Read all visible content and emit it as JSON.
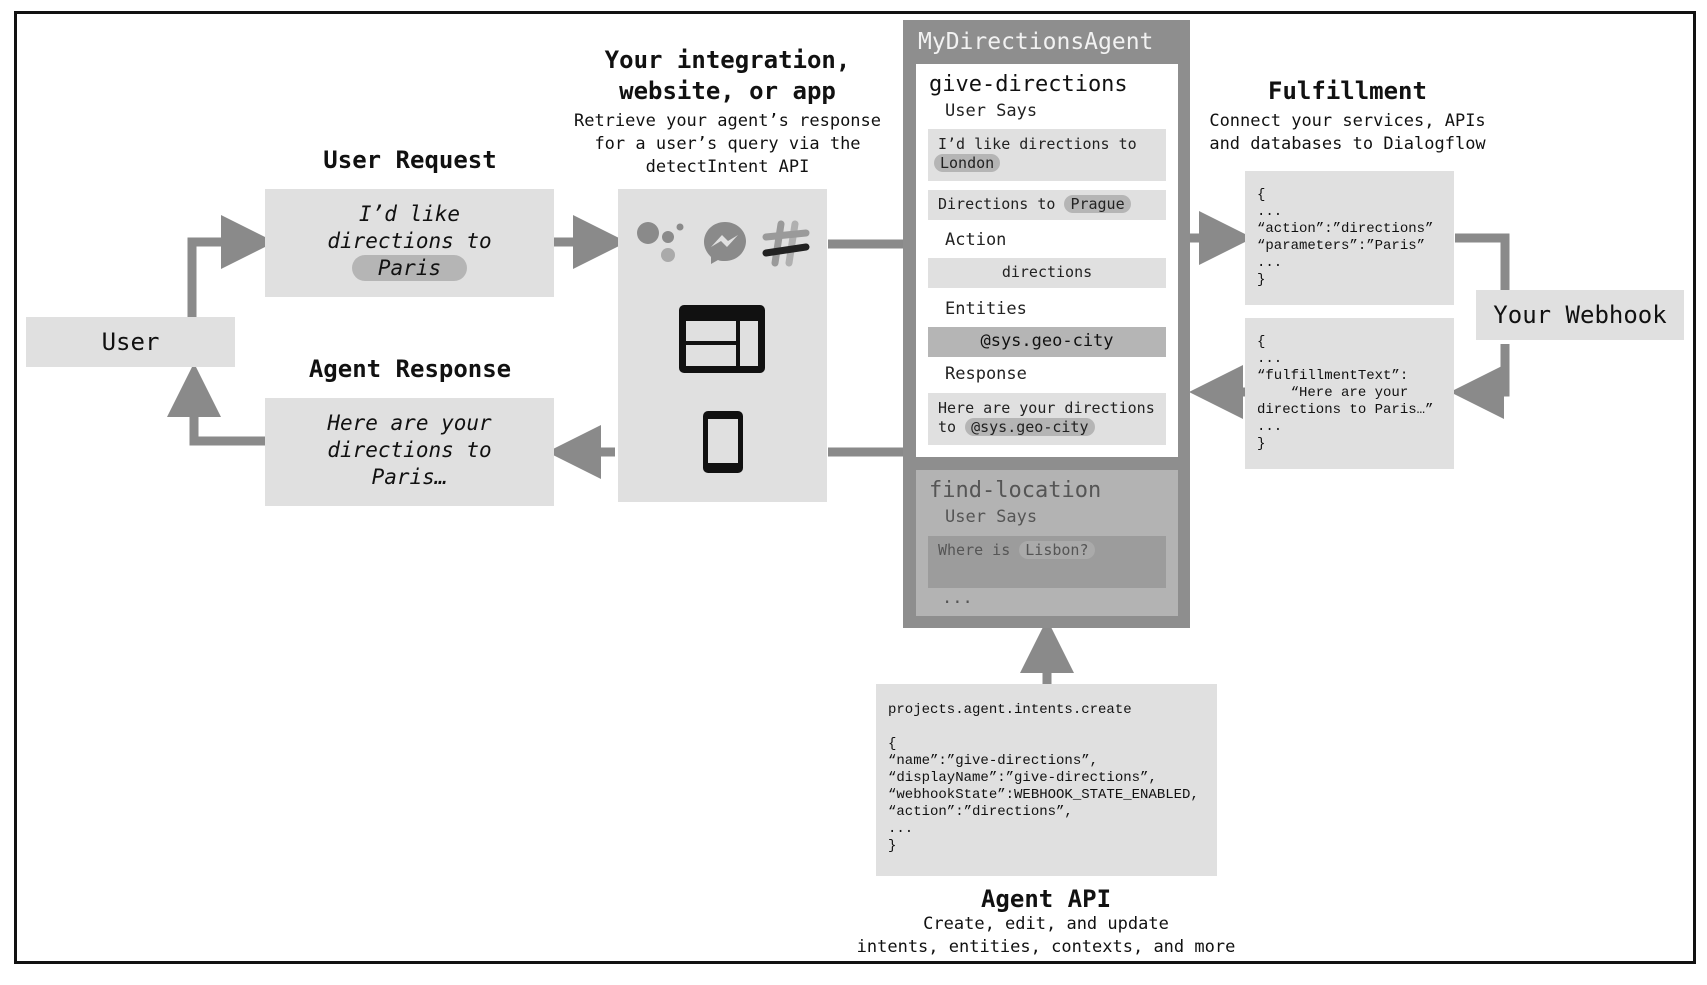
{
  "user": {
    "label": "User"
  },
  "user_request": {
    "title": "User Request",
    "line1": "I’d like",
    "line2": "directions to",
    "entity": "Paris"
  },
  "agent_response": {
    "title": "Agent Response",
    "line1": "Here are your",
    "line2": "directions to",
    "line3": "Paris…"
  },
  "integration": {
    "title_line1": "Your integration,",
    "title_line2": "website, or app",
    "desc_line1": "Retrieve your agent’s response",
    "desc_line2": "for a user’s query via the",
    "desc_line3": "detectIntent API",
    "icons": [
      "google-assistant-icon",
      "messenger-icon",
      "slack-icon",
      "web-browser-icon",
      "mobile-phone-icon"
    ]
  },
  "agent": {
    "name": "MyDirectionsAgent",
    "intent1": {
      "name": "give-directions",
      "user_says_label": "User Says",
      "phrase1_text": "I’d like directions to",
      "phrase1_entity": "London",
      "phrase2_text": "Directions to",
      "phrase2_entity": "Prague",
      "action_label": "Action",
      "action_value": "directions",
      "entities_label": "Entities",
      "entity_value": "@sys.geo-city",
      "response_label": "Response",
      "response_text": "Here are your directions",
      "response_text2": "to",
      "response_entity": "@sys.geo-city"
    },
    "intent2": {
      "name": "find-location",
      "user_says_label": "User Says",
      "phrase_text": "Where is",
      "phrase_entity": "Lisbon?",
      "ellipsis": "..."
    }
  },
  "fulfillment": {
    "title": "Fulfillment",
    "desc_line1": "Connect your services, APIs",
    "desc_line2": "and databases to Dialogflow",
    "request_code": [
      "{",
      "...",
      "“action”:”directions”",
      "“parameters”:”Paris”",
      "...",
      "}"
    ],
    "response_code": [
      "{",
      "...",
      "“fulfillmentText”:",
      "    “Here are your",
      "directions to Paris…”",
      "...",
      "}"
    ]
  },
  "webhook": {
    "label": "Your Webhook"
  },
  "agent_api": {
    "title": "Agent API",
    "desc_line1": "Create, edit, and update",
    "desc_line2": "intents, entities, contexts, and more",
    "code": [
      "projects.agent.intents.create",
      "",
      "{",
      "“name”:”give-directions”,",
      "“displayName”:”give-directions”,",
      "“webhookState”:WEBHOOK_STATE_ENABLED,",
      "“action”:”directions”,",
      "...",
      "}"
    ]
  },
  "colors": {
    "box": "#e0e0e0",
    "arrow": "#8a8a8a",
    "agent_frame": "#8e8e8e",
    "pill": "#b5b5b5",
    "border": "#111111"
  }
}
